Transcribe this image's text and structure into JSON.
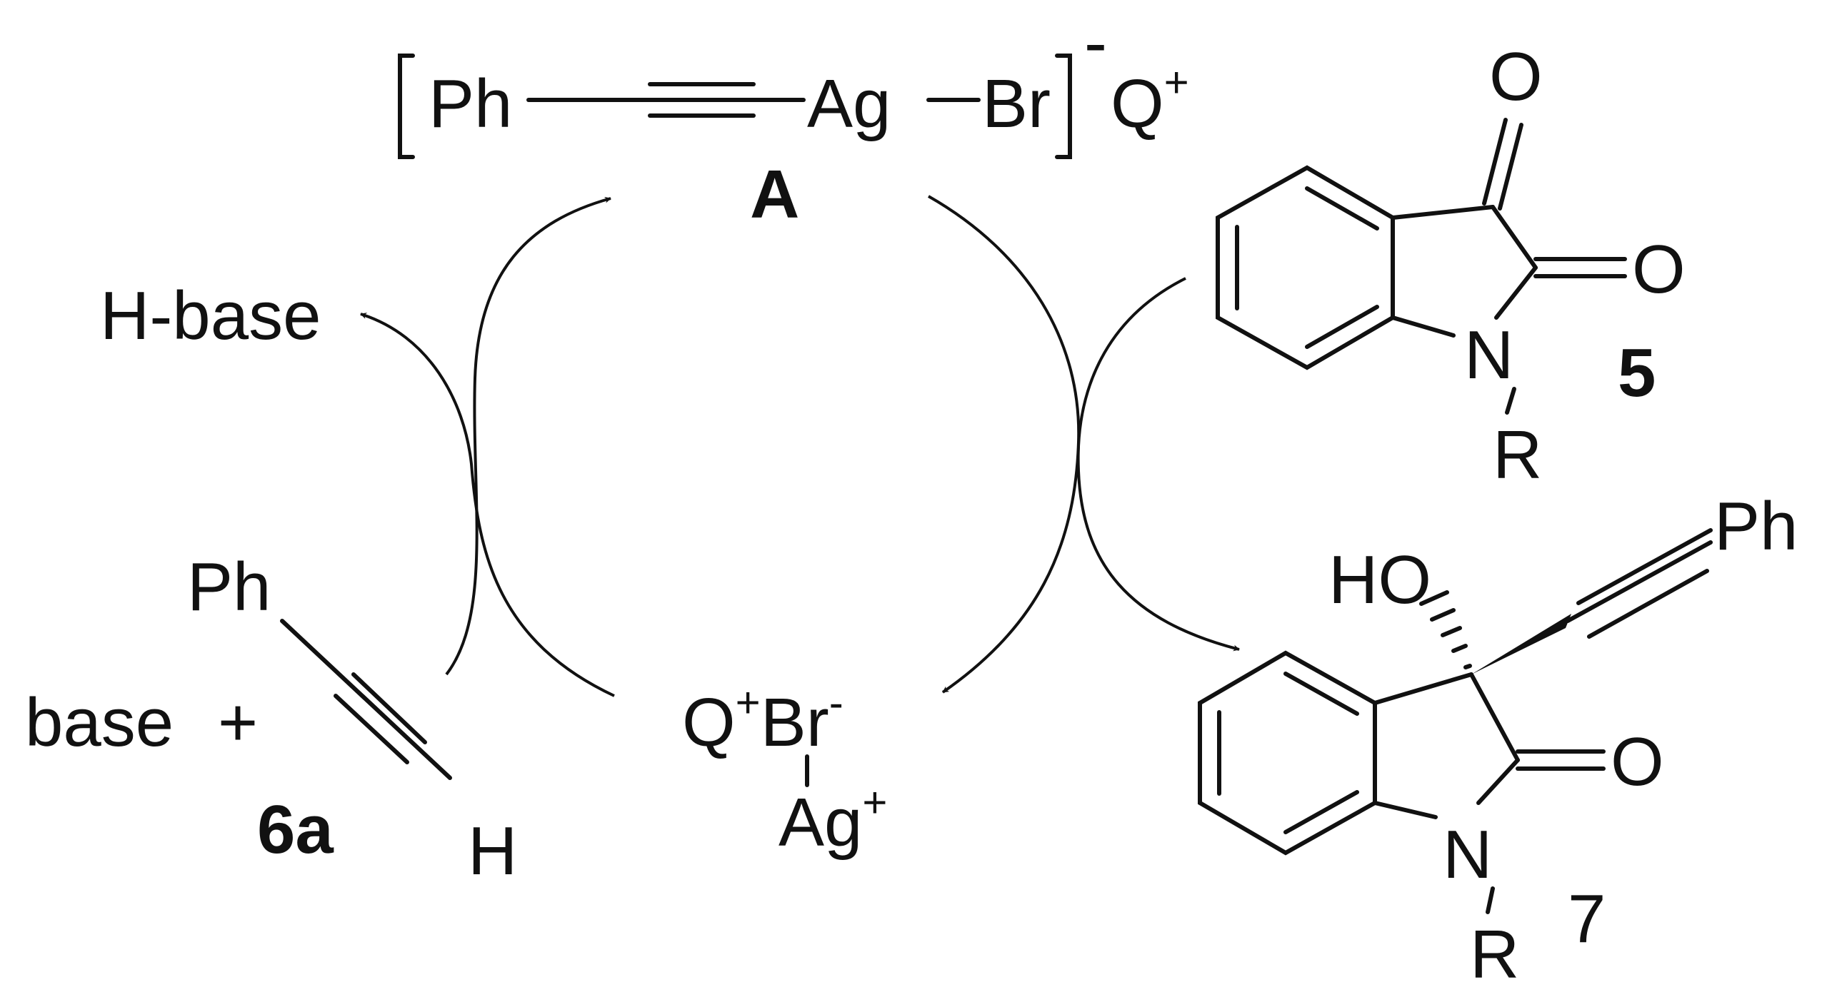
{
  "complex_A": {
    "ph": "Ph",
    "ag": "Ag",
    "br": "Br",
    "charge": "-",
    "counter_ion": "Q",
    "counter_charge": "+",
    "label": "A"
  },
  "h_base": "H-base",
  "base": "base",
  "plus": "+",
  "alkyne_6a": {
    "ph": "Ph",
    "h": "H",
    "label": "6a"
  },
  "salt": {
    "q": "Q",
    "q_charge": "+",
    "br": "Br",
    "br_charge": "-",
    "ag": "Ag",
    "ag_charge": "+"
  },
  "isatin_5": {
    "o3": "O",
    "o2": "O",
    "n": "N",
    "r": "R",
    "label": "5"
  },
  "product_7": {
    "ho": "HO",
    "ph": "Ph",
    "o": "O",
    "n": "N",
    "r": "R",
    "label": "7"
  }
}
